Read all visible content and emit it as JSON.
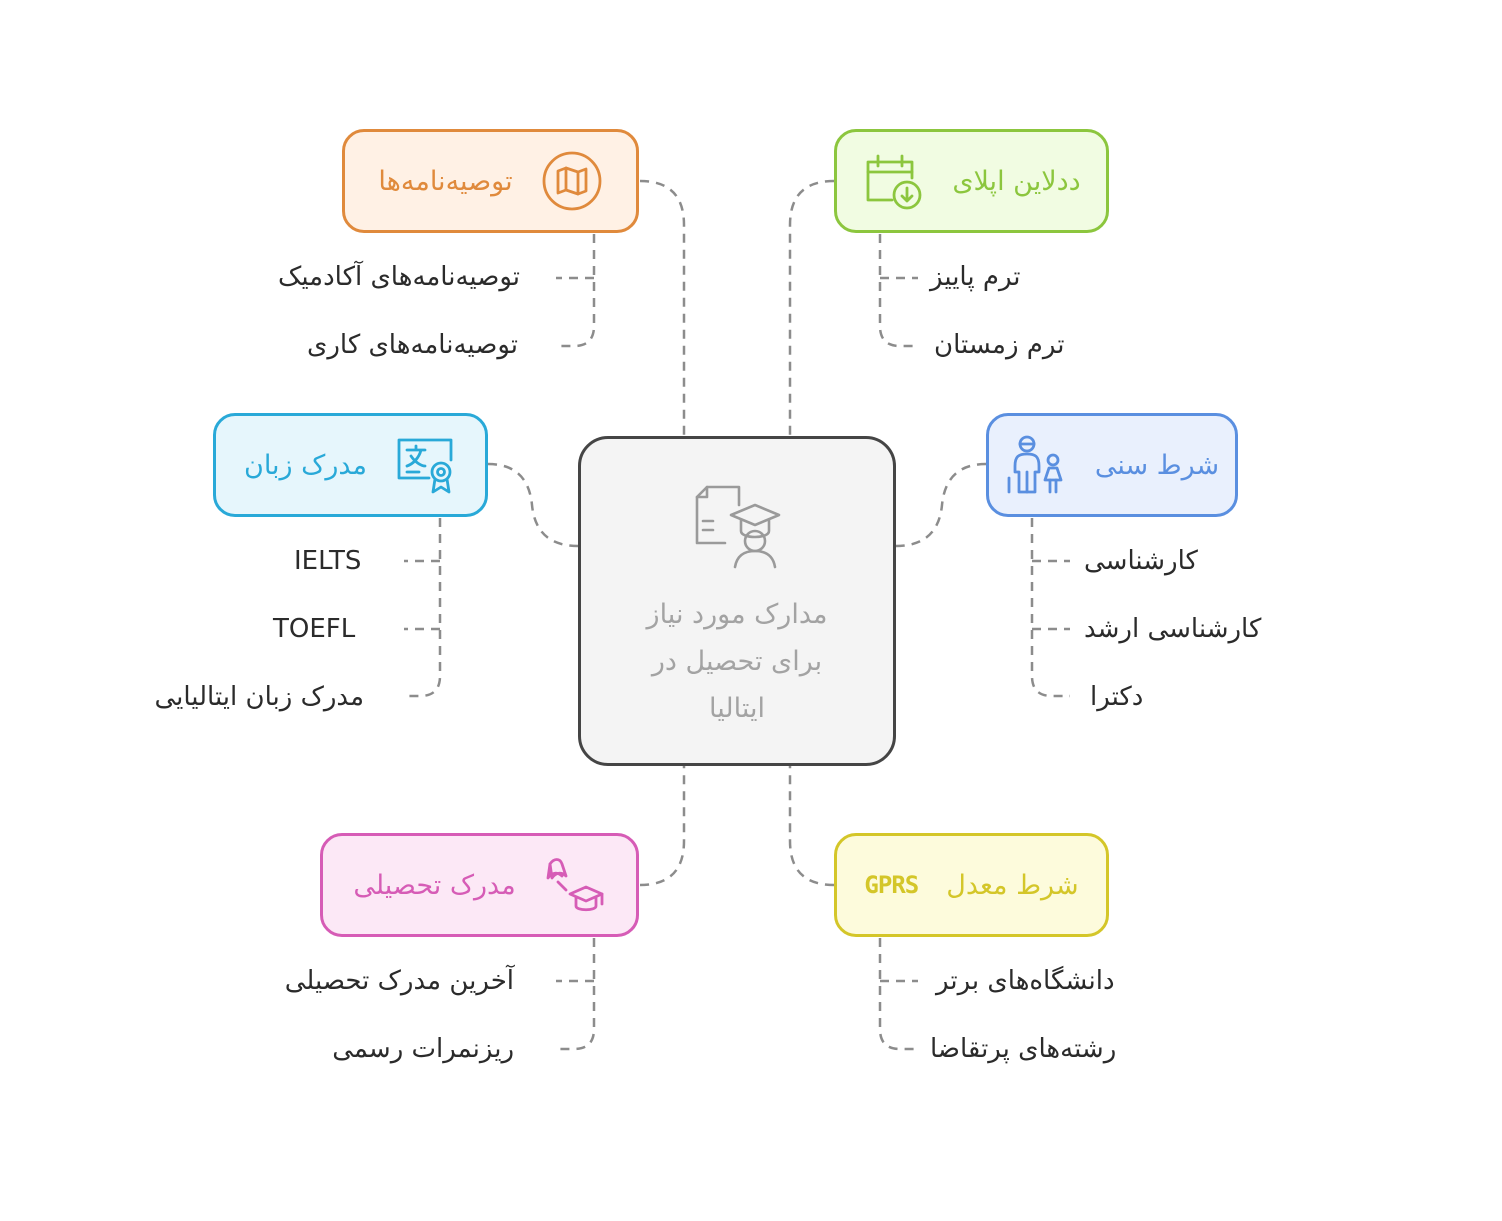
{
  "center": {
    "title": "مدارک مورد نیاز برای تحصیل در ایتالیا",
    "icon": "document-graduate-icon"
  },
  "branches": {
    "recommendations": {
      "title": "توصیه‌نامه‌ها",
      "icon": "map-icon",
      "color": "#e08a3c",
      "fill": "#fff1e5",
      "items": [
        "توصیه‌نامه‌های آکادمیک",
        "توصیه‌نامه‌های کاری"
      ]
    },
    "deadline": {
      "title": "ددلاین اپلای",
      "icon": "calendar-download-icon",
      "color": "#8cc63e",
      "fill": "#f1fce2",
      "items": [
        "ترم پاییز",
        "ترم زمستان"
      ]
    },
    "language": {
      "title": "مدرک زبان",
      "icon": "translation-certificate-icon",
      "color": "#29a9d8",
      "fill": "#e6f6fc",
      "items": [
        "IELTS",
        "TOEFL",
        "مدرک زبان ایتالیایی"
      ]
    },
    "age": {
      "title": "شرط سنی",
      "icon": "people-icon",
      "color": "#5a8fe0",
      "fill": "#e9f0fd",
      "items": [
        "کارشناسی",
        "کارشناسی ارشد",
        "دکترا"
      ]
    },
    "degree": {
      "title": "مدرک تحصیلی",
      "icon": "diploma-cap-icon",
      "color": "#d65cb6",
      "fill": "#fce8f6",
      "items": [
        "آخرین مدرک تحصیلی",
        "ریزنمرات رسمی"
      ]
    },
    "gpa": {
      "title": "شرط معدل",
      "icon": "gprs-icon",
      "icon_text": "GPRS",
      "color": "#d4c629",
      "fill": "#fdfbdc",
      "items": [
        "دانشگاه‌های برتر",
        "رشته‌های پرتقاضا"
      ]
    }
  }
}
